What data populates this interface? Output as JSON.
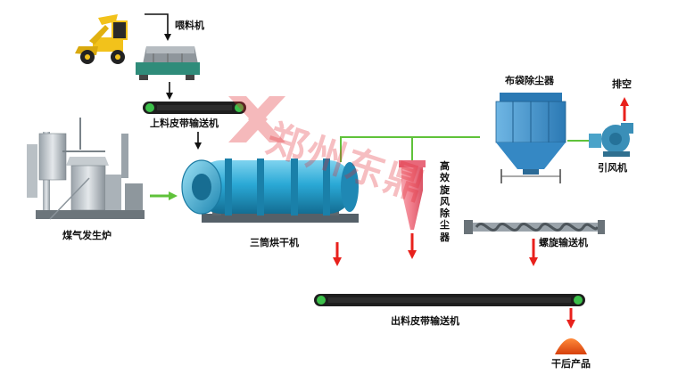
{
  "labels": {
    "feeder": "喂料机",
    "upper_conveyor": "上料皮带输送机",
    "gas_generator": "煤气发生炉",
    "dryer": "三筒烘干机",
    "cyclone": "高效旋风除尘器",
    "bag_filter": "布袋除尘器",
    "exhaust": "排空",
    "induced_fan": "引风机",
    "screw_conveyor": "螺旋输送机",
    "discharge_conveyor": "出料皮带输送机",
    "product": "干后产品"
  },
  "watermark": {
    "text": "郑州东鼎"
  },
  "colors": {
    "red_arrow": "#e8211c",
    "green_flow": "#5fc23a",
    "dryer_blue": "#2aa9d6",
    "cyclone_pink": "#f07b8a",
    "belt_dark": "#1e1e1e",
    "belt_green": "#3cc04a",
    "filter_blue": "#3a8ec9",
    "product_orange": "#e85a16"
  },
  "icons": {
    "loader": "wheel-loader-icon",
    "fan": "centrifugal-fan-icon",
    "logo": "dongding-logo-icon"
  }
}
